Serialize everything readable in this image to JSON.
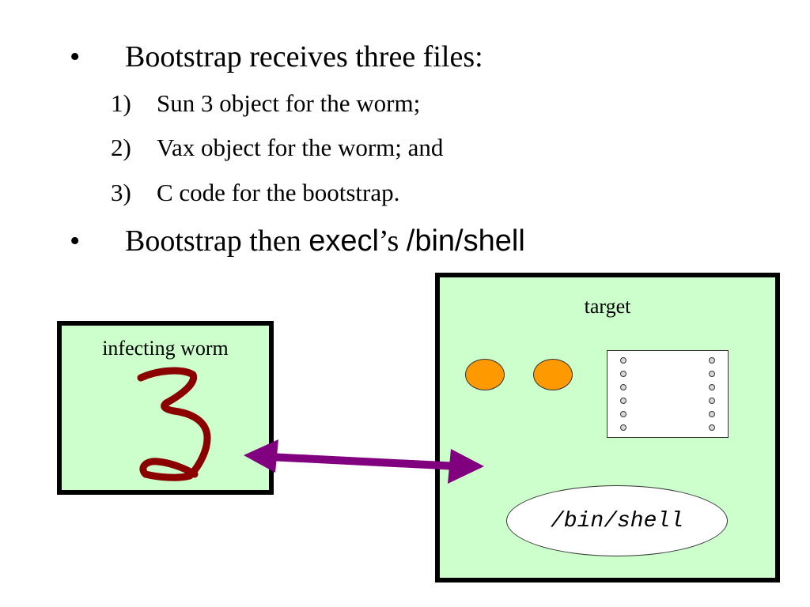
{
  "bullets": [
    {
      "marker": "•",
      "text": "Bootstrap receives three files:"
    },
    {
      "marker": "•",
      "text_pre": "Bootstrap then ",
      "text_execl": "execl",
      "text_mid": "’s ",
      "text_path": "/bin/shell"
    }
  ],
  "files": [
    {
      "num": "1)",
      "text": "Sun 3 object for the worm;"
    },
    {
      "num": "2)",
      "text": "Vax object for the worm; and"
    },
    {
      "num": "3)",
      "text": "C code for the bootstrap."
    }
  ],
  "diagram": {
    "infecting_label": "infecting worm",
    "handwritten_digit": "3",
    "target_label": "target",
    "shell_label": "/bin/shell"
  },
  "colors": {
    "box_fill": "#ccffcc",
    "process_circle": "#ff9900",
    "arrow": "#800080",
    "handwriting": "#8b0000"
  }
}
